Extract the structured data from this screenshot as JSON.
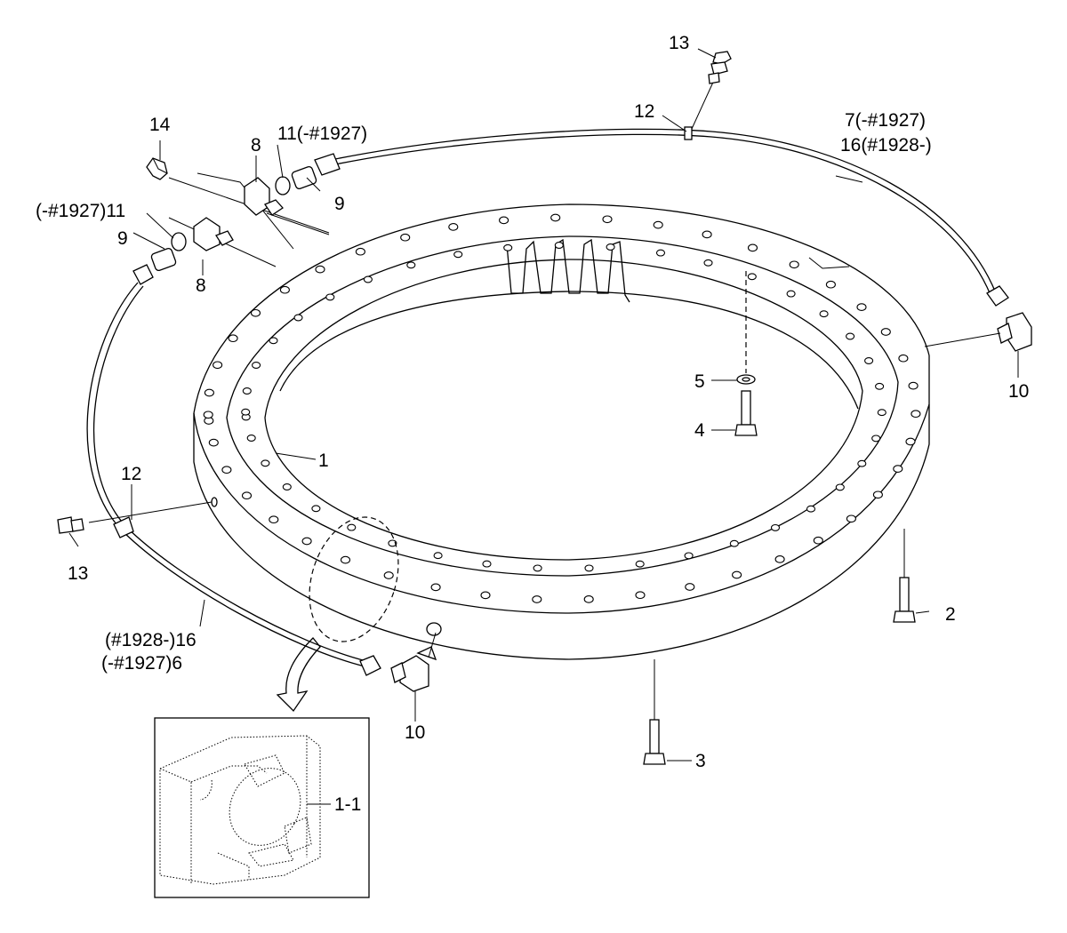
{
  "labels": {
    "l1": "1",
    "l1_1": "1-1",
    "l2": "2",
    "l3": "3",
    "l4": "4",
    "l5": "5",
    "l7": "7(-#1927)",
    "l16r": "16(#1928-)",
    "l8a": "8",
    "l8b": "8",
    "l9a": "9",
    "l9b": "9",
    "l10a": "10",
    "l10b": "10",
    "l11a": "11(-#1927)",
    "l11b": "(-#1927)11",
    "l12a": "12",
    "l12b": "12",
    "l13a": "13",
    "l13b": "13",
    "l14": "14",
    "l16l": "(#1928-)16",
    "l6": "(-#1927)6"
  }
}
